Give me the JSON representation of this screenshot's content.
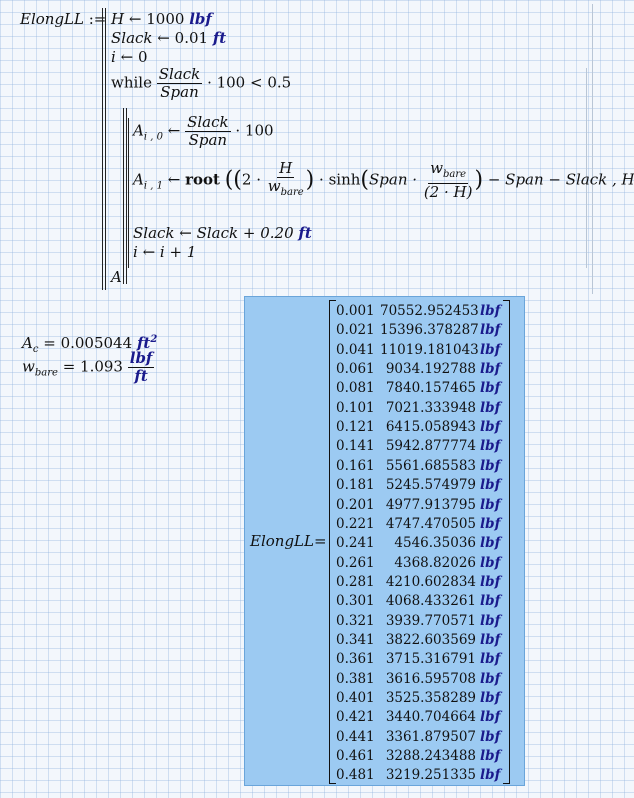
{
  "program": {
    "name": "ElongLL",
    "define_op": ":=",
    "h_var": "H",
    "h_value": "1000",
    "h_unit": "lbf",
    "slack_var": "Slack",
    "slack_value": "0.01",
    "slack_unit": "ft",
    "i_var": "i",
    "i_value": "0",
    "while_kw": "while",
    "while_num": "Slack",
    "while_den": "Span",
    "while_tail": "· 100 < 0.5",
    "a0_var": "A",
    "a0_sub": "i , 0",
    "a0_num": "Slack",
    "a0_den": "Span",
    "a0_tail": "· 100",
    "a1_var": "A",
    "a1_sub": "i , 1",
    "root_kw": "root",
    "two": "2 ·",
    "h_num": "H",
    "w_den": "w",
    "w_sub": "bare",
    "sinh": "· sinh",
    "span_dot": "Span ·",
    "w_num2": "w",
    "w_sub2": "bare",
    "den2": "(2 · H)",
    "tail2": "− Span − Slack , H",
    "slack_inc": "Slack ← Slack + 0.20",
    "slack_inc_unit": "ft",
    "i_inc": "i ← i + 1",
    "return_var": "A",
    "arrow": "←"
  },
  "results": {
    "ac_var": "A",
    "ac_sub": "c",
    "ac_value": "= 0.005044",
    "ac_unit": "ft",
    "ac_exp": "2",
    "w_var": "w",
    "w_sub": "bare",
    "w_value": "= 1.093",
    "w_unit_num": "lbf",
    "w_unit_den": "ft"
  },
  "matrix": {
    "label": "ElongLL",
    "eq": "=",
    "unit": "lbf",
    "rows": [
      [
        "0.001",
        "70552.952453"
      ],
      [
        "0.021",
        "15396.378287"
      ],
      [
        "0.041",
        "11019.181043"
      ],
      [
        "0.061",
        "9034.192788"
      ],
      [
        "0.081",
        "7840.157465"
      ],
      [
        "0.101",
        "7021.333948"
      ],
      [
        "0.121",
        "6415.058943"
      ],
      [
        "0.141",
        "5942.877774"
      ],
      [
        "0.161",
        "5561.685583"
      ],
      [
        "0.181",
        "5245.574979"
      ],
      [
        "0.201",
        "4977.913795"
      ],
      [
        "0.221",
        "4747.470505"
      ],
      [
        "0.241",
        "4546.35036"
      ],
      [
        "0.261",
        "4368.82026"
      ],
      [
        "0.281",
        "4210.602834"
      ],
      [
        "0.301",
        "4068.433261"
      ],
      [
        "0.321",
        "3939.770571"
      ],
      [
        "0.341",
        "3822.603569"
      ],
      [
        "0.361",
        "3715.316791"
      ],
      [
        "0.381",
        "3616.595708"
      ],
      [
        "0.401",
        "3525.358289"
      ],
      [
        "0.421",
        "3440.704664"
      ],
      [
        "0.441",
        "3361.879507"
      ],
      [
        "0.461",
        "3288.243488"
      ],
      [
        "0.481",
        "3219.251335"
      ]
    ]
  }
}
